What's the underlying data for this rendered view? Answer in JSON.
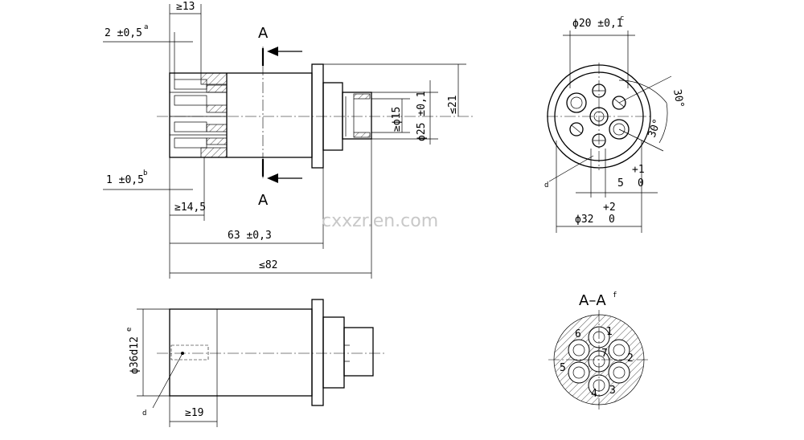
{
  "dims": {
    "d_13": "≥13",
    "d_2": "2 ±0,5",
    "d_2_note": "a",
    "d_1": "1 ±0,5",
    "d_1_note": "b",
    "d_145": "≥14,5",
    "d_63": "63 ±0,3",
    "d_82": "≤82",
    "d_21": "≤21",
    "d_15": "≥ϕ15",
    "d_25": "ϕ25 ±0,1",
    "d_20": "ϕ20 ±0,1",
    "d_20_note": "c",
    "d_30a": "30°",
    "d_30b": "30°",
    "d_5_tol_up": "+1",
    "d_5": "5",
    "d_5_tol_lo": "0",
    "d_32_tol_up": "+2",
    "d_32": "ϕ32",
    "d_32_tol_lo": "0",
    "d_36": "ϕ36d12",
    "d_36_note": "e",
    "d_19": "≥19",
    "note_d": "d"
  },
  "section": {
    "cut_label_top": "A",
    "cut_label_bottom": "A",
    "title": "A–A",
    "title_note": "f",
    "pins": [
      "1",
      "2",
      "3",
      "4",
      "5",
      "6",
      "7"
    ]
  },
  "watermark": "cxxzr.en.com"
}
